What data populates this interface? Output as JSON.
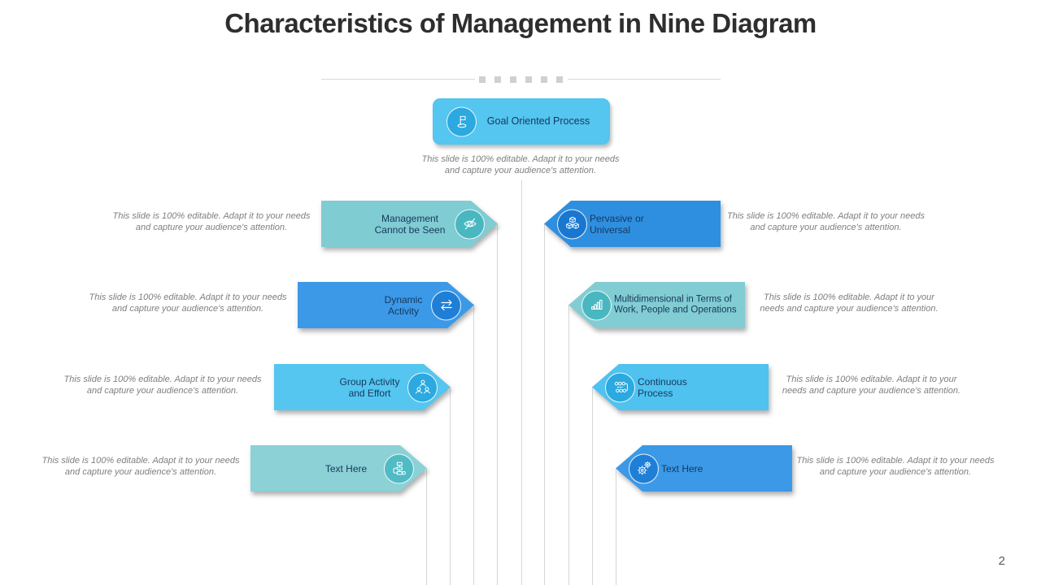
{
  "slide": {
    "title": "Characteristics of Management in Nine Diagram",
    "page_number": "2",
    "editable_caption": "This slide is 100% editable. Adapt it to your needs and capture your audience's attention."
  },
  "colors": {
    "sky_blue": "#54C6F0",
    "teal": "#7FCCD2",
    "teal_light": "#8BD1D6",
    "blue": "#3B99E8",
    "blue_dark": "#2E8FE0",
    "label_navy": "#17375D",
    "caption_gray": "#7F7F7F",
    "connector_gray": "#D6D6D6"
  },
  "top_node": {
    "label": "Goal Oriented Process",
    "icon": "flag-icon",
    "fill": "#54C6F0"
  },
  "nodes": {
    "left": [
      {
        "label": "Management Cannot be Seen",
        "icon": "hidden-eye-icon",
        "fill": "#7FCCD2"
      },
      {
        "label": "Dynamic Activity",
        "icon": "swap-arrows-icon",
        "fill": "#3B99E8"
      },
      {
        "label": "Group Activity and Effort",
        "icon": "group-icon",
        "fill": "#54C6F0"
      },
      {
        "label": "Text Here",
        "icon": "workflow-icon",
        "fill": "#8BD1D6"
      }
    ],
    "right": [
      {
        "label": "Pervasive or Universal",
        "icon": "cubes-icon",
        "fill": "#2E8FE0"
      },
      {
        "label": "Multidimensional in Terms of Work, People and Operations",
        "icon": "bar-chart-icon",
        "fill": "#82CDD3"
      },
      {
        "label": "Continuous Process",
        "icon": "process-loop-icon",
        "fill": "#4FC2F0"
      },
      {
        "label": "Text Here",
        "icon": "gears-icon",
        "fill": "#3B99E8"
      }
    ]
  }
}
